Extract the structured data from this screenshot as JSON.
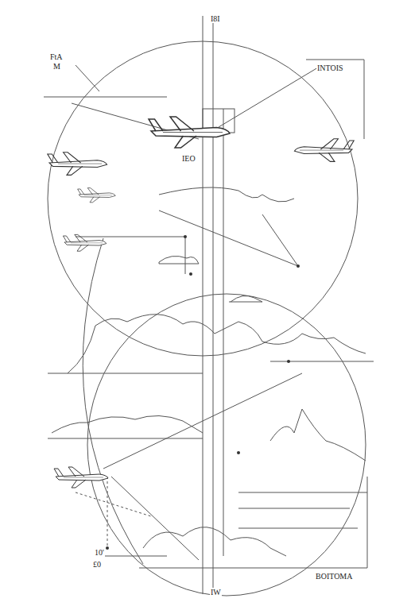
{
  "diagram": {
    "labels": [
      "FtA",
      "M",
      "I8I",
      "INTOIS",
      "IEO",
      "10'",
      "£0",
      "IW",
      "BOITOMA"
    ]
  }
}
